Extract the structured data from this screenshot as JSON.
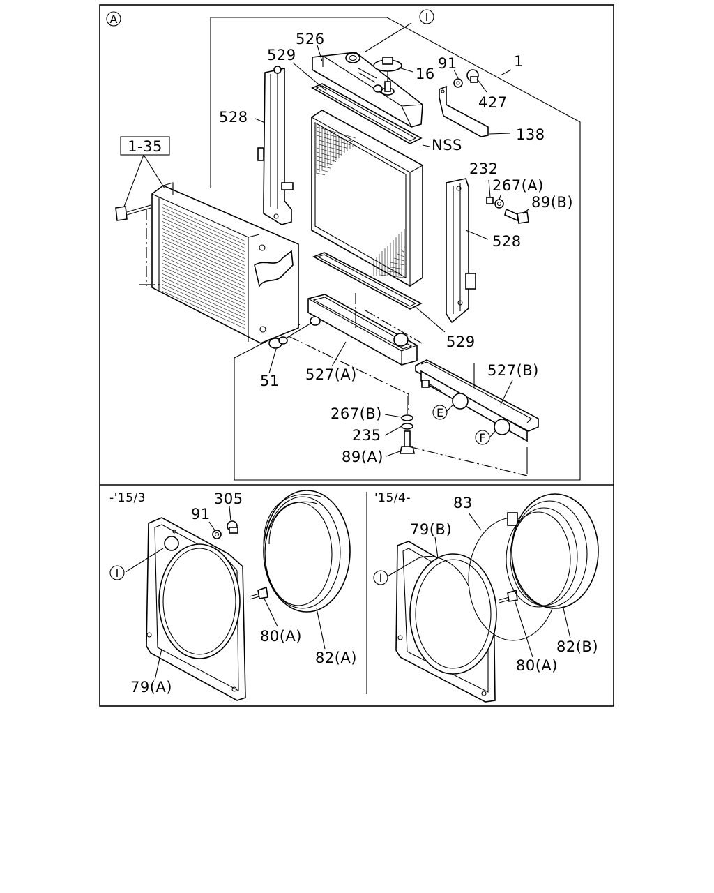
{
  "diagram": {
    "section_a": {
      "marker": "A",
      "labels": {
        "ref_1_35": "1-35",
        "p526": "526",
        "p529_top": "529",
        "p16": "16",
        "p91": "91",
        "p1": "1",
        "p427": "427",
        "p528_left": "528",
        "p138": "138",
        "nss": "NSS",
        "p232": "232",
        "p267a": "267(A)",
        "p89b": "89(B)",
        "p528_right": "528",
        "p529_bottom": "529",
        "p51": "51",
        "p527a": "527(A)",
        "p527b": "527(B)",
        "p267b": "267(B)",
        "p235": "235",
        "p89a": "89(A)"
      },
      "markers": {
        "i_top": "I",
        "e": "E",
        "f": "F"
      }
    },
    "section_b": {
      "period": "-'15/3",
      "labels": {
        "p91": "91",
        "p305": "305",
        "p80a": "80(A)",
        "p82a": "82(A)",
        "p79a": "79(A)"
      },
      "markers": {
        "i": "I"
      }
    },
    "section_c": {
      "period": "'15/4-",
      "labels": {
        "p83": "83",
        "p79b": "79(B)",
        "p82b": "82(B)",
        "p80a": "80(A)"
      },
      "markers": {
        "i": "I"
      }
    }
  }
}
